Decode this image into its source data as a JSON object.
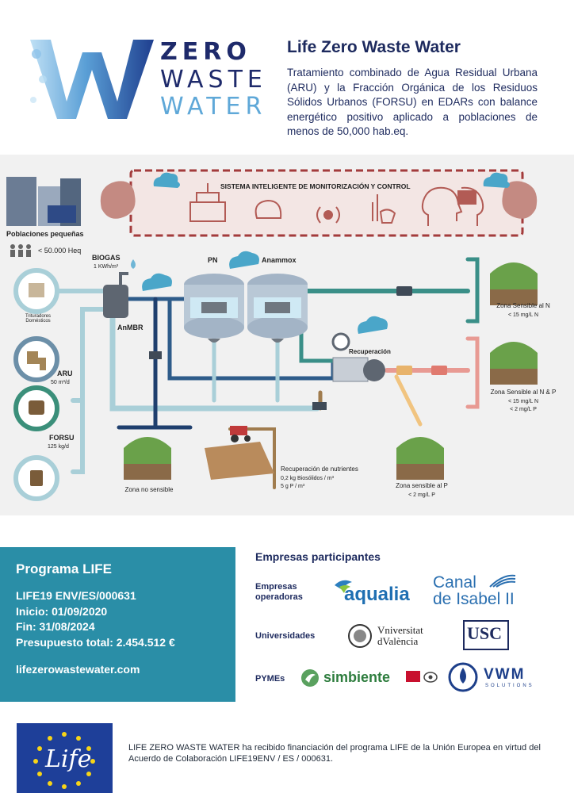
{
  "header": {
    "logo": {
      "line1": "ZERO",
      "line2": "WASTE",
      "line3": "WATER"
    },
    "title": "Life Zero Waste Water",
    "subtitle": "Tratamiento combinado de Agua Residual Urbana (ARU) y la Fracción Orgánica de los Residuos Sólidos Urbanos (FORSU) en EDARs con balance energético positivo aplicado a poblaciones de menos de 50,000 hab.eq."
  },
  "diagram": {
    "system_banner": "SISTEMA INTELIGENTE DE MONITORIZACIÓN Y CONTROL",
    "small_towns": "Poblaciones pequeñas",
    "population": "< 50.000 Heq",
    "shredders": "Trituradores Domésticos",
    "aru": "ARU",
    "aru_flow": "50 m³/d",
    "forsu": "FORSU",
    "forsu_flow": "125 kg/d",
    "biogas": "BIOGAS",
    "biogas_rate": "1 KWh/m³",
    "anmbr": "AnMBR",
    "pn": "PN",
    "anammox": "Anammox",
    "recovery": "Recuperación",
    "zone_n": "Zona Sensible al N",
    "zone_n_value": "< 15 mg/L N",
    "zone_np": "Zona Sensible al N & P",
    "zone_np_value1": "< 15 mg/L N",
    "zone_np_value2": "< 2 mg/L P",
    "zone_p": "Zona sensible al P",
    "zone_p_value": "< 2 mg/L P",
    "zone_none": "Zona no sensible",
    "nutrients": "Recuperación de nutrientes",
    "nutrients_value1": "0,2 kg Biosólidos / m³",
    "nutrients_value2": "5 g P / m³"
  },
  "program": {
    "heading": "Programa LIFE",
    "code": "LIFE19 ENV/ES/000631",
    "start": "Inicio: 01/09/2020",
    "end": "Fin: 31/08/2024",
    "budget": "Presupuesto total: 2.454.512 €",
    "website": "lifezerowastewater.com"
  },
  "companies": {
    "heading": "Empresas participantes",
    "operators_label_1": "Empresas",
    "operators_label_2": "operadoras",
    "universities_label": "Universidades",
    "smes_label": "PYMEs",
    "aqualia": "aqualia",
    "canal_1": "Canal",
    "canal_2": "de Isabel II",
    "valencia_1": "Vniversitat",
    "valencia_2": "dValència",
    "usc": "USC",
    "simbiente": "simbiente",
    "vwm": "VWM",
    "vwm_sub": "SOLUTIONS"
  },
  "footer": {
    "eu_logo_text": "Life",
    "funding": "LIFE ZERO WASTE WATER ha recibido financiación del programa LIFE de la Unión Europea en virtud del Acuerdo de Colaboración LIFE19ENV / ES / 000631."
  },
  "colors": {
    "navy": "#1d2a5e",
    "teal_box": "#2a8ea7",
    "pipe_teal": "#3a8f88",
    "pipe_blue": "#2e5c8a",
    "pipe_light": "#a9cfd8",
    "pipe_pink": "#e89a93",
    "pipe_brown": "#a07c4e",
    "banner_red": "#a33b3b"
  }
}
